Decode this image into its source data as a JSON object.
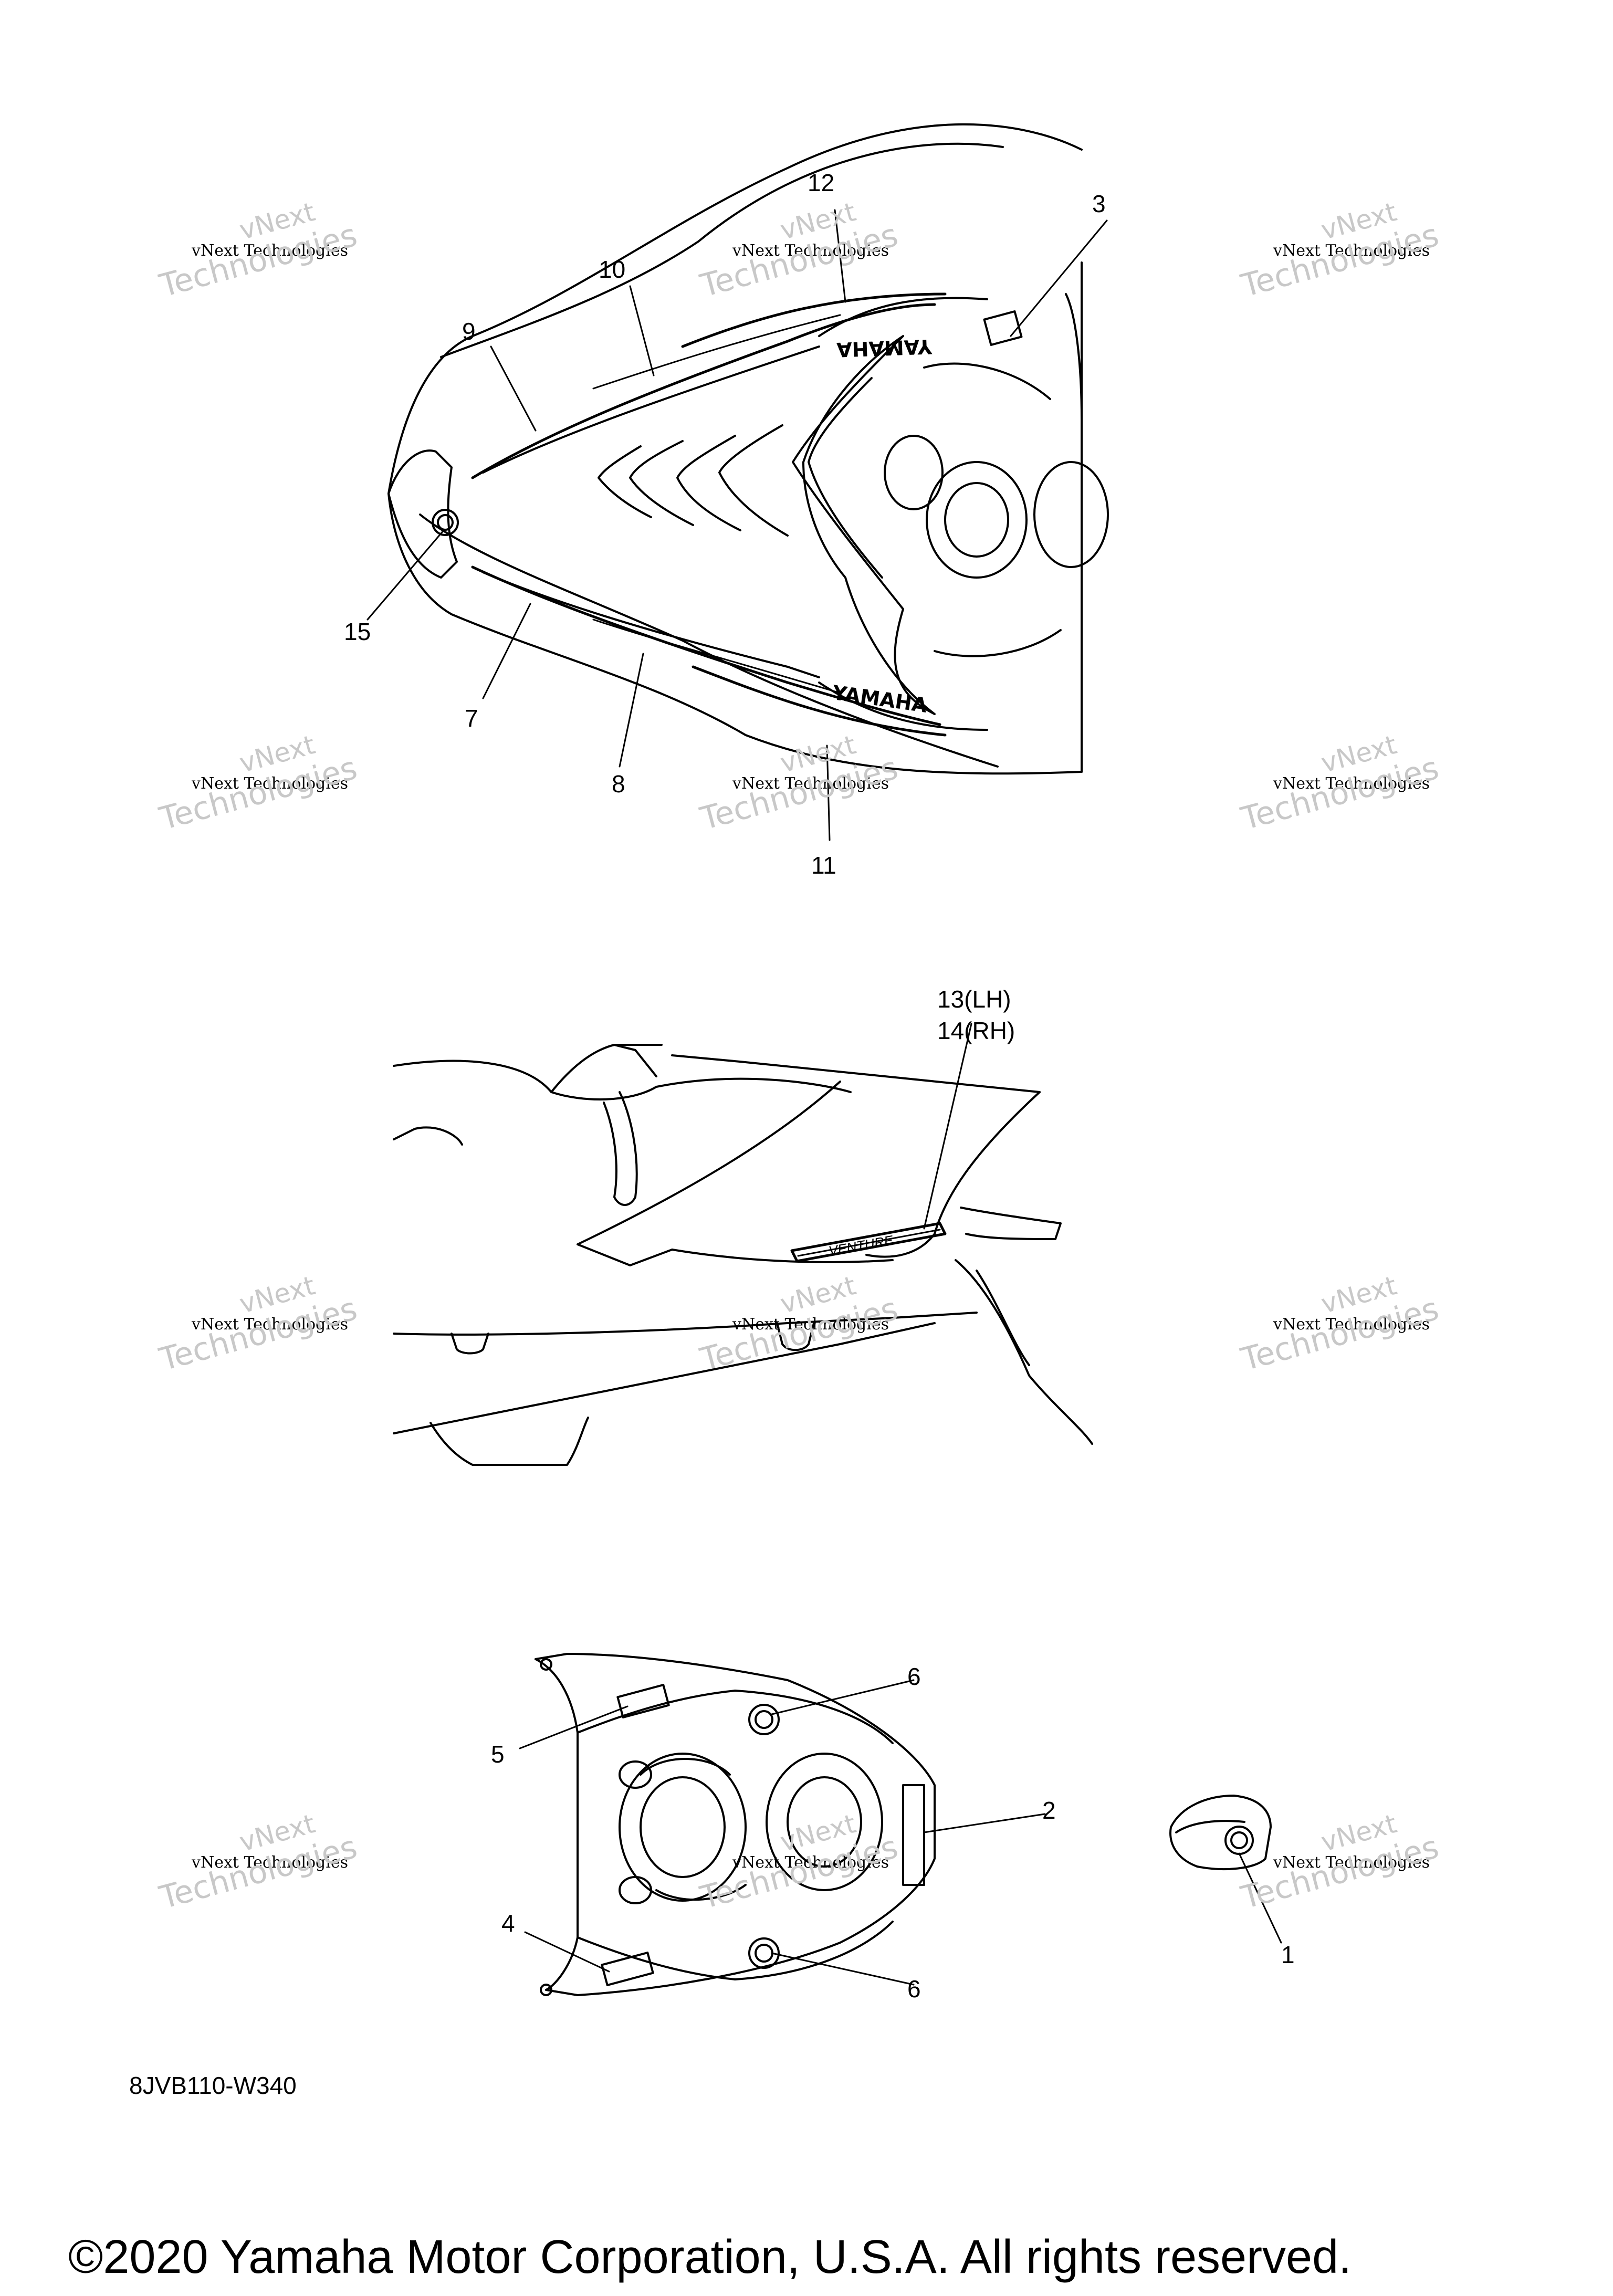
{
  "callouts": {
    "c1": "1",
    "c2": "2",
    "c3": "3",
    "c4": "4",
    "c5": "5",
    "c6a": "6",
    "c6b": "6",
    "c7": "7",
    "c8": "8",
    "c9": "9",
    "c10": "10",
    "c11": "11",
    "c12": "12",
    "c13": "13(LH)",
    "c14": "14(RH)",
    "c15": "15"
  },
  "decal_text": {
    "yamaha": "YAMAHA",
    "model": "VENTURE"
  },
  "watermark": {
    "small": "vNext Technologies",
    "big": "Technologies",
    "next": "vNext"
  },
  "part_code": "8JVB110-W340",
  "copyright": "©2020 Yamaha Motor Corporation, U.S.A. All rights reserved.",
  "colors": {
    "line": "#000000",
    "watermark": "#c8c8c8",
    "background": "#ffffff"
  }
}
